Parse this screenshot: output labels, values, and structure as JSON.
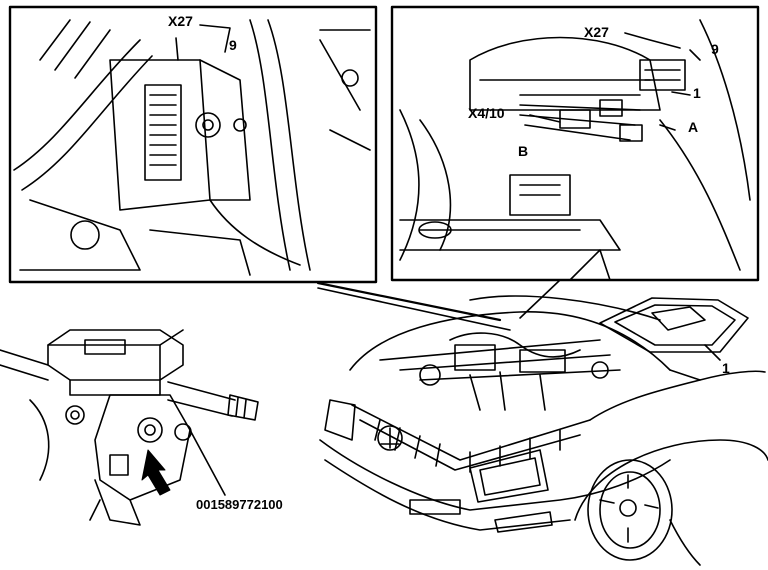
{
  "left_panel": {
    "labels": {
      "x27": "X27",
      "s9": "9"
    }
  },
  "right_panel": {
    "labels": {
      "x27": "X27",
      "s9": "9",
      "one": "1",
      "x4_10": "X4/10",
      "a": "A",
      "b": "B"
    }
  },
  "callouts": {
    "cover": "1",
    "part_number": "001589772100"
  },
  "colors": {
    "line": "#000000",
    "background": "#ffffff"
  }
}
